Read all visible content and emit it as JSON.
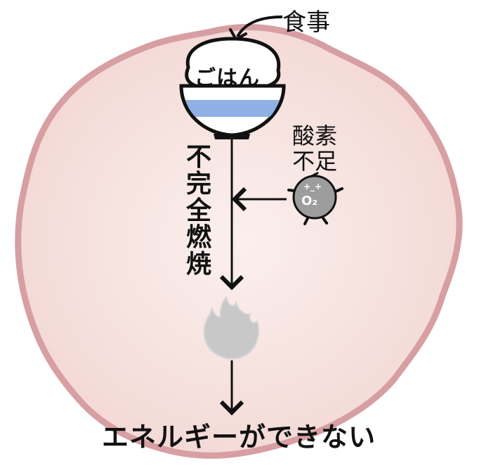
{
  "labels": {
    "meal": "食事",
    "rice": "ごはん",
    "oxygen_shortage": "酸素不足",
    "incomplete_combustion": "不完全燃焼",
    "o2": "O₂",
    "face": "+_+",
    "result": "エネルギーができない"
  },
  "colors": {
    "cell_fill": "#f7e3df",
    "cell_border": "#d99a9d",
    "bowl_blue": "#8eb0e4",
    "flame_gray": "#c4c4c4",
    "oxygen_gray": "#9d9d9d"
  },
  "icons": [
    "rice-bowl-icon",
    "oxygen-character-icon",
    "flame-icon"
  ]
}
